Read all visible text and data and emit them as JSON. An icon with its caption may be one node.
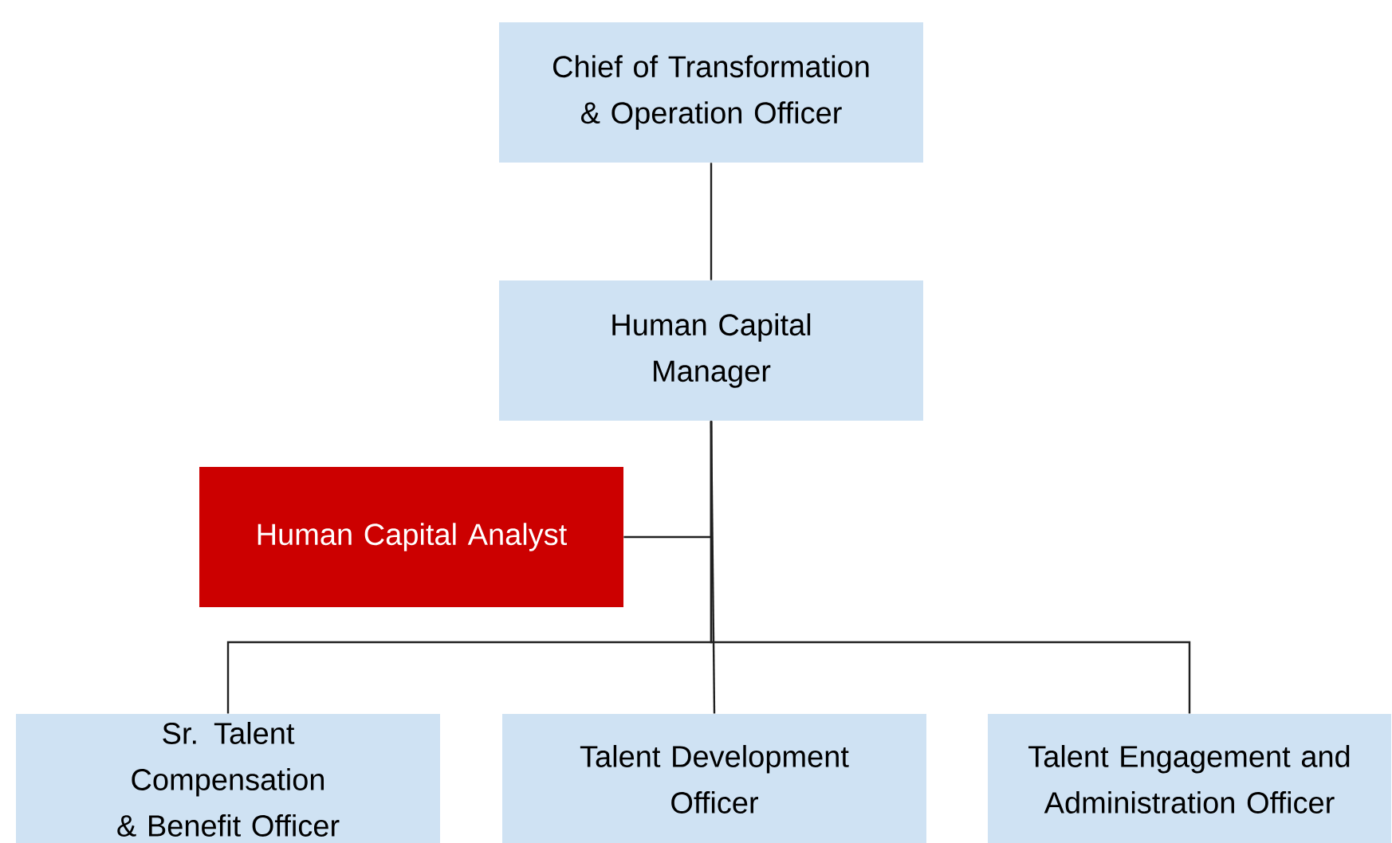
{
  "diagram": {
    "nodes": [
      {
        "text": [
          "Chief of Transformation & Operation Officer"
        ]
      },
      {
        "text": [
          "Human Capital Manager"
        ]
      },
      {
        "text": [
          "Human Capital Analyst"
        ]
      },
      {
        "text": [
          "Sr. Talent Compensation & Benefit Officer"
        ]
      },
      {
        "text": [
          "Talent Development Officer"
        ]
      },
      {
        "text": [
          "Talent Engagement and Administration Officer"
        ]
      }
    ],
    "edges": [
      {
        "from": 0,
        "to": 1,
        "arrow": "none"
      },
      {
        "from": 1,
        "to": 2,
        "arrow": "none"
      },
      {
        "from": 1,
        "to": 3,
        "arrow": "none"
      },
      {
        "from": 1,
        "to": 4,
        "arrow": "none"
      },
      {
        "from": 1,
        "to": 5,
        "arrow": "none"
      }
    ]
  }
}
